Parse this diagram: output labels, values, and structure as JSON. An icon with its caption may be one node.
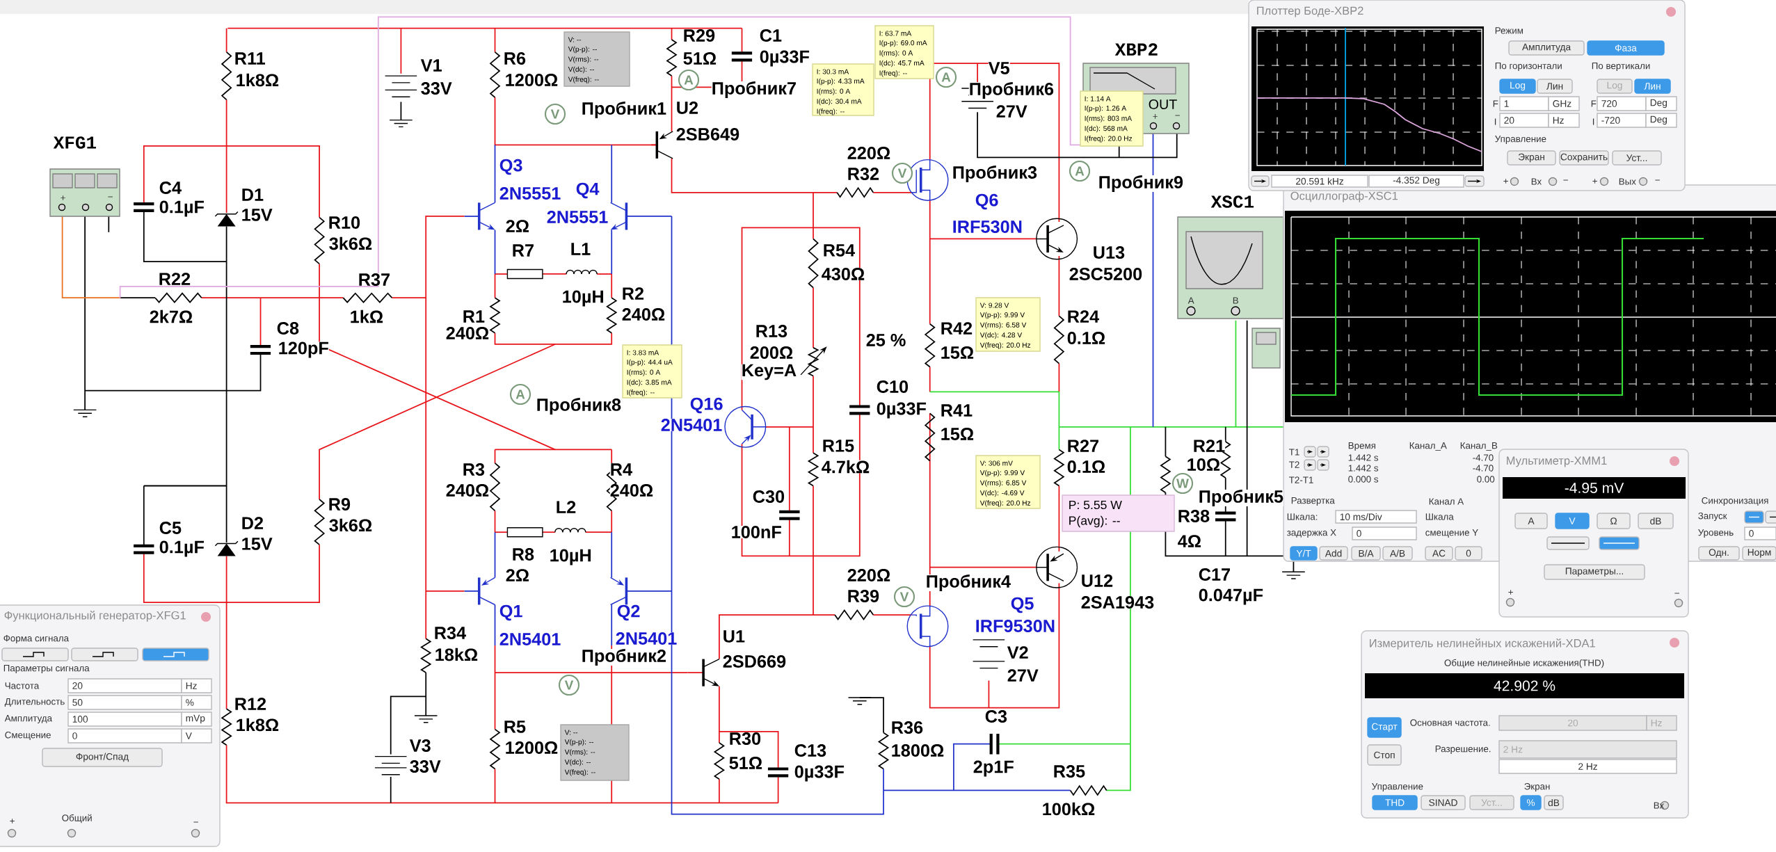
{
  "diagram": {
    "labels": [
      "R11",
      "1k8Ω",
      "V1",
      "33V",
      "R6",
      "1200Ω",
      "R29",
      "51Ω",
      "C1",
      "0µ33F",
      "XFG1",
      "Пробник1",
      "Пробник7",
      "U2",
      "2SB649",
      "V5",
      "Пробник6",
      "27V",
      "XBP2",
      "OUT",
      "+",
      "−",
      "Q3",
      "2N5551",
      "Q4",
      "2N5551",
      "2Ω",
      "R7",
      "L1",
      "R10",
      "3k6Ω",
      "220Ω",
      "R32",
      "Пробник3",
      "Q6",
      "Пробник9",
      "IRF530N",
      "R22",
      "2k7Ω",
      "R37",
      "1kΩ",
      "U13",
      "2SC5200",
      "10µH",
      "R1",
      "240Ω",
      "R2",
      "240Ω",
      "C4",
      "0.1µF",
      "D1",
      "15V",
      "C8",
      "120pF",
      "R54",
      "430Ω",
      "R13",
      "200Ω",
      "Key=A",
      "25 %",
      "R42",
      "15Ω",
      "R24",
      "0.1Ω",
      "Пробник8",
      "Q16",
      "2N5401",
      "C10",
      "0µ33F",
      "R41",
      "15Ω",
      "R3",
      "240Ω",
      "R4",
      "240Ω",
      "R15",
      "4.7kΩ",
      "R27",
      "0.1Ω",
      "R21",
      "10Ω",
      "L2",
      "C30",
      "C5",
      "0.1µF",
      "D2",
      "15V",
      "R9",
      "3k6Ω",
      "Пробник5",
      "R38",
      "4Ω",
      "100nF",
      "R8",
      "10µH",
      "2Ω",
      "C17",
      "0.047µF",
      "220Ω",
      "R39",
      "U12",
      "2SA1943",
      "Пробник4",
      "Q5",
      "IRF9530N",
      "Q1",
      "Q2",
      "2N5401",
      "2N5401",
      "Пробник2",
      "R34",
      "18kΩ",
      "U1",
      "2SD669",
      "V2",
      "27V",
      "R12",
      "1k8Ω",
      "C3",
      "R5",
      "1200Ω",
      "R36",
      "1800Ω",
      "R30",
      "51Ω",
      "V3",
      "33V",
      "C13",
      "0µ33F",
      "2p1F",
      "R35",
      "100kΩ",
      "XSC1",
      "A",
      "B",
      "+",
      "−",
      "A",
      "V",
      "A",
      "V",
      "A",
      "A",
      "V",
      "V",
      "W",
      "V: --",
      "V(p-p): --",
      "V(rms): --",
      "V(dc): --",
      "V(freq): --",
      "I: 30.3 mA",
      "I(p-p): 4.33 mA",
      "I(rms): 0 A",
      "I(dc): 30.4 mA",
      "I(freq): --",
      "I: 63.7 mA",
      "I(p-p): 69.0 mA",
      "I(rms): 0 A",
      "I(dc): 45.7 mA",
      "I(freq): --",
      "I: 1.14 A",
      "I(p-p): 1.26 A",
      "I(rms): 803 mA",
      "I(dc): 568 mA",
      "I(freq): 20.0 Hz",
      "I: 3.83 mA",
      "I(p-p): 44.4 uA",
      "I(rms): 0 A",
      "I(dc): 3.85 mA",
      "I(freq): --",
      "V: 9.28 V",
      "V(p-p): 9.99 V",
      "V(rms): 6.58 V",
      "V(dc): 4.28 V",
      "V(freq): 20.0 Hz",
      "V: 306 mV",
      "V(p-p): 9.99 V",
      "V(rms): 6.85 V",
      "V(dc): -4.69 V",
      "V(freq): 20.0 Hz",
      "V: --",
      "V(p-p): --",
      "V(rms): --",
      "V(dc): --",
      "V(freq): --",
      "P: 5.55 W",
      "P(avg): --",
      "Функциональный генератор-XFG1",
      "Форма сигнала",
      "Параметры сигнала",
      "Частота",
      "20",
      "Hz",
      "Длительность",
      "50",
      "%",
      "Амплитуда",
      "100",
      "mVp",
      "Смещение",
      "0",
      "V",
      "Фронт/Спад",
      "+",
      "Общий",
      "−",
      "Плоттер Боде-XBP2",
      "Режим",
      "Амплитуда",
      "Фаза",
      "По горизонтали",
      "По вертикали",
      "Log",
      "Лин",
      "Log",
      "Лин",
      "F",
      "1",
      "GHz",
      "F",
      "720",
      "Deg",
      "I",
      "20",
      "Hz",
      "I",
      "-720",
      "Deg",
      "Управление",
      "Экран",
      "Сохранить",
      "Уст...",
      "20.591 kHz",
      "-4.352 Deg",
      "+",
      "Вх",
      "−",
      "+",
      "Вых",
      "−",
      "Осциллограф-XSC1",
      "T1",
      "T2",
      "T2-T1",
      "Время",
      "Канал_A",
      "Канал_B",
      "1.442 s",
      "-4.70",
      "1.442 s",
      "-4.70",
      "0.000 s",
      "0.00",
      "Развертка",
      "Канал А",
      "Синхронизация",
      "Шкала:",
      "10 ms/Div",
      "Шкала",
      "Запуск",
      "задержка X",
      "0",
      "смещение Y",
      "Уровень",
      "0",
      "Y/T",
      "Add",
      "B/A",
      "A/B",
      "AC",
      "0",
      "Одн.",
      "Норм",
      "Мультиметр-XMM1",
      "-4.95 mV",
      "A",
      "V",
      "Ω",
      "dB",
      "Параметры...",
      "+",
      "−",
      "Измеритель нелинейных искажений-XDA1",
      "Общие нелинейные искажения(THD)",
      "42.902 %",
      "Старт",
      "Основная частота.",
      "20",
      "Hz",
      "Разрешение.",
      "2 Hz",
      "Стоп",
      "2 Hz",
      "Управление",
      "Экран",
      "THD",
      "SINAD",
      "Уст...",
      "%",
      "dB",
      "Вх"
    ]
  }
}
